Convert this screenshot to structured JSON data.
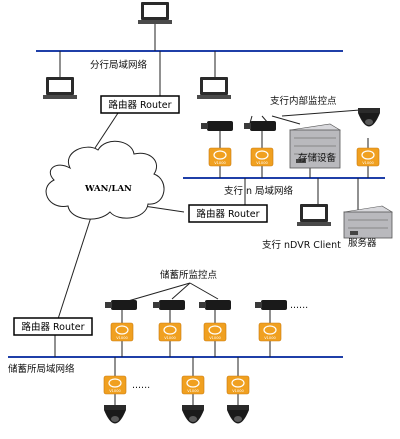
{
  "labels": {
    "branch_lan": "分行局域网络",
    "branch_router": "路由器 Router",
    "sub_monitor": "支行内部监控点",
    "storage": "存储设备",
    "sub_lan": "支行 n 局域网络",
    "wan": "WAN/LAN",
    "sub_router": "路由器 Router",
    "nvr_client": "支行 nDVR Client",
    "server": "服务器",
    "vault_monitor": "储蓄所监控点",
    "vault_router": "路由器 Router",
    "vault_lan": "储蓄所局域网络"
  },
  "encoder_tag": "V1000",
  "dots": "......",
  "colors": {
    "bus": "#1f3fa8",
    "wire": "#222222",
    "encoder": "#f0a020",
    "encoder_dark": "#c97a10",
    "monitor_frame": "#2a2a2a",
    "monitor_screen": "#ffffff",
    "camera_body": "#1a1a1a",
    "dvr_box": "#b9b9bd"
  },
  "icons": [
    "monitor-icon",
    "router-box",
    "bullet-camera-icon",
    "dome-camera-icon",
    "encoder-icon",
    "dvr-storage-icon",
    "cloud-icon"
  ]
}
